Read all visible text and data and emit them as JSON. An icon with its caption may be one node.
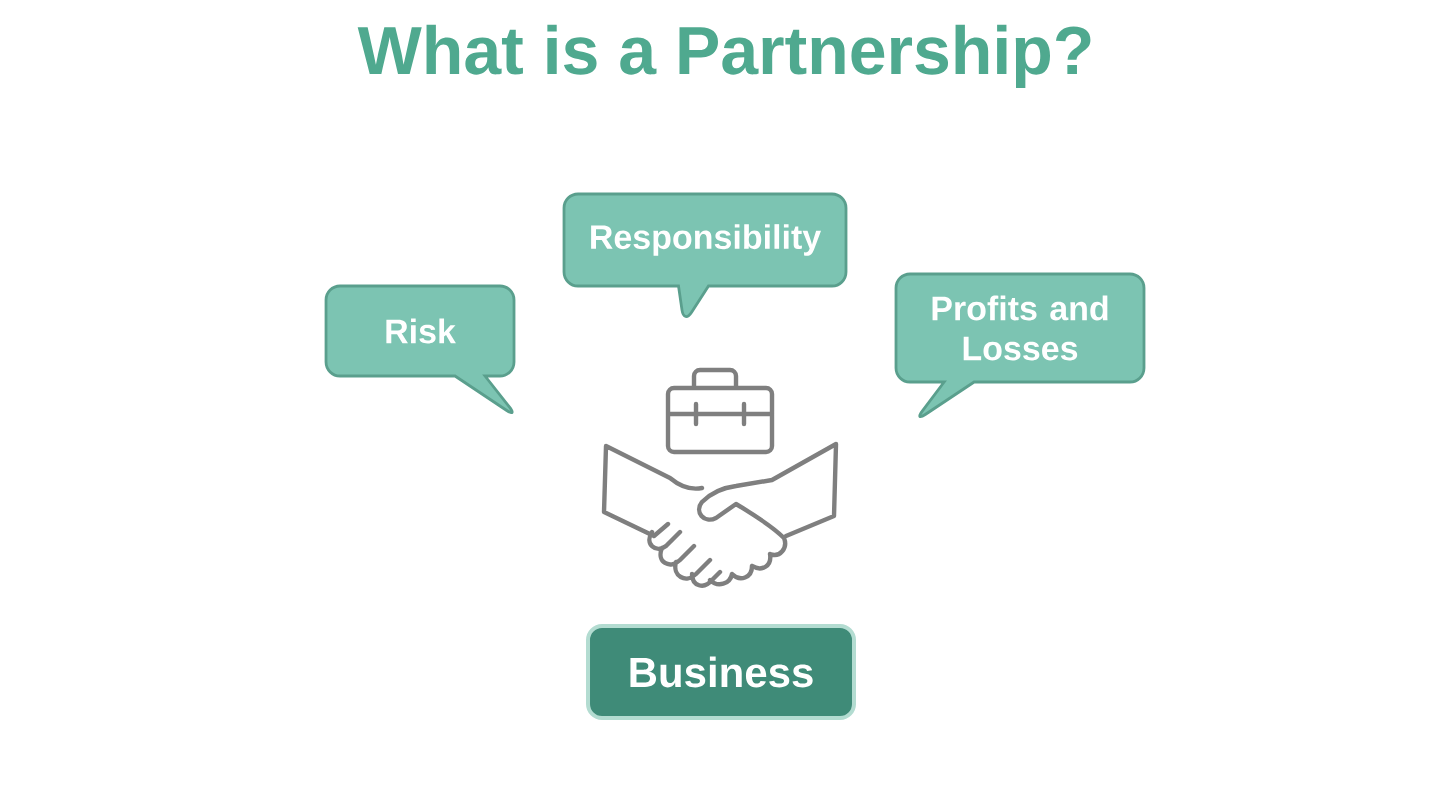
{
  "diagram": {
    "title": "What is a Partnership?",
    "nodes": [
      {
        "text": [
          "Risk"
        ]
      },
      {
        "text": [
          "Responsibility"
        ]
      },
      {
        "text": [
          "Profits and Losses"
        ]
      },
      {
        "text": [
          "Business"
        ]
      }
    ]
  }
}
